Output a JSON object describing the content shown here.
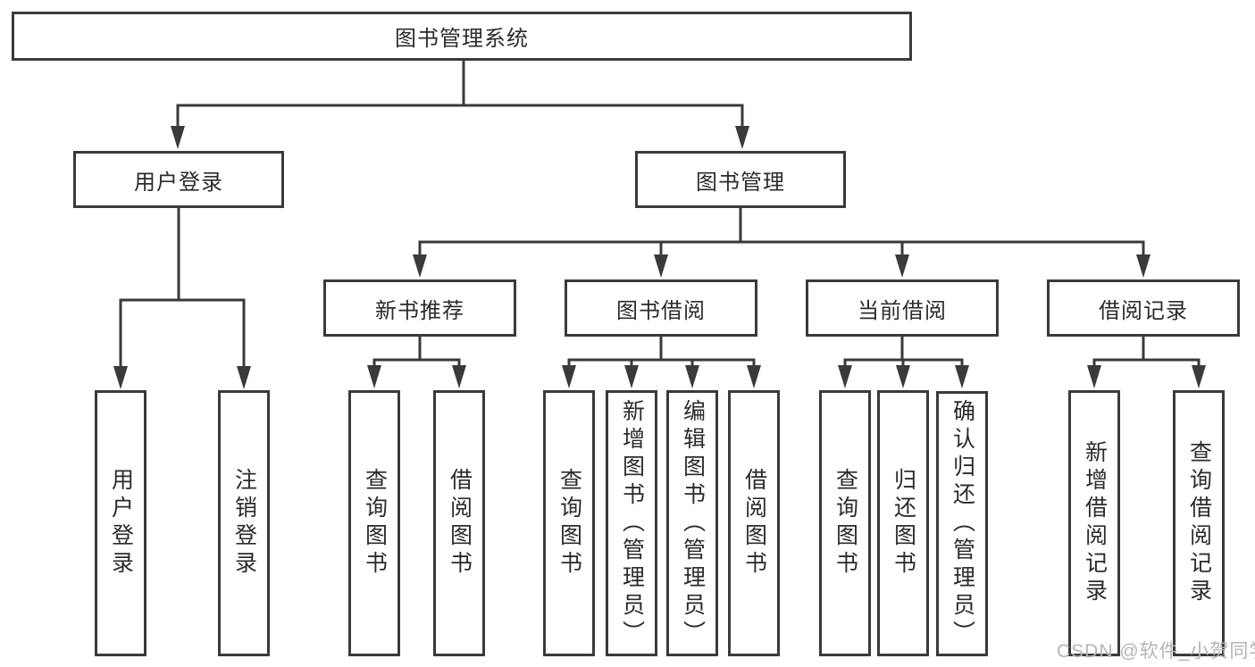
{
  "diagram": {
    "root": "图书管理系统",
    "user_login": {
      "label": "用户登录",
      "children": [
        "用户登录",
        "注销登录"
      ]
    },
    "book_management": {
      "label": "图书管理",
      "groups": [
        {
          "label": "新书推荐",
          "children": [
            "查询图书",
            "借阅图书"
          ]
        },
        {
          "label": "图书借阅",
          "children": [
            "查询图书",
            "新增图书（管理员）",
            "编辑图书（管理员）",
            "借阅图书"
          ]
        },
        {
          "label": "当前借阅",
          "children": [
            "查询图书",
            "归还图书",
            "确认归还（管理员）"
          ]
        },
        {
          "label": "借阅记录",
          "children": [
            "新增借阅记录",
            "查询借阅记录"
          ]
        }
      ]
    }
  },
  "watermark": "CSDN @软件_小贺同学",
  "colors": {
    "line": "#3a3a3a",
    "text": "#2b2b2b",
    "watermark": "#b5b5b5",
    "background": "#ffffff"
  }
}
